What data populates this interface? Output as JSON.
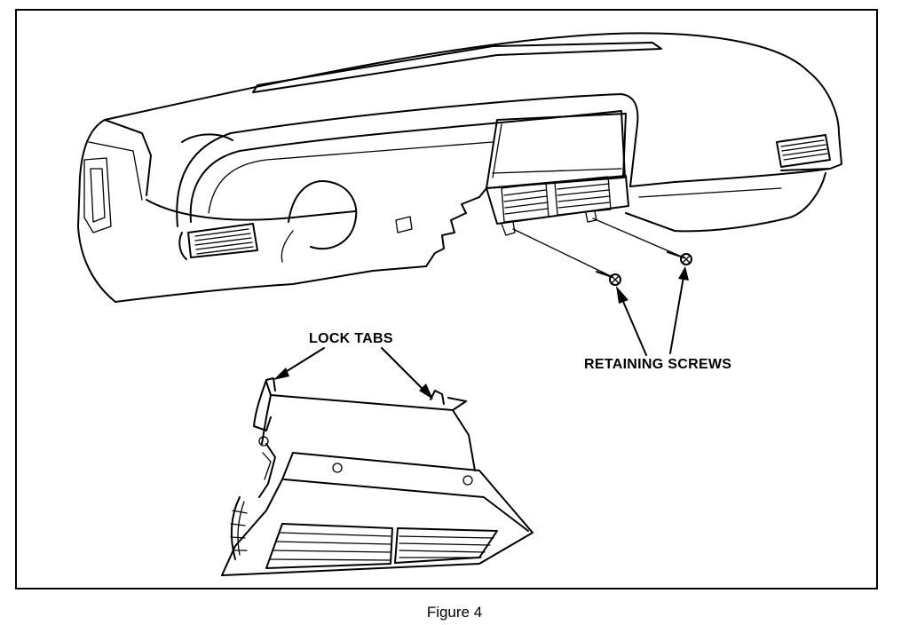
{
  "diagram": {
    "labels": {
      "lock_tabs": "LOCK TABS",
      "retaining_screws": "RETAINING SCREWS"
    },
    "caption": "Figure 4"
  }
}
